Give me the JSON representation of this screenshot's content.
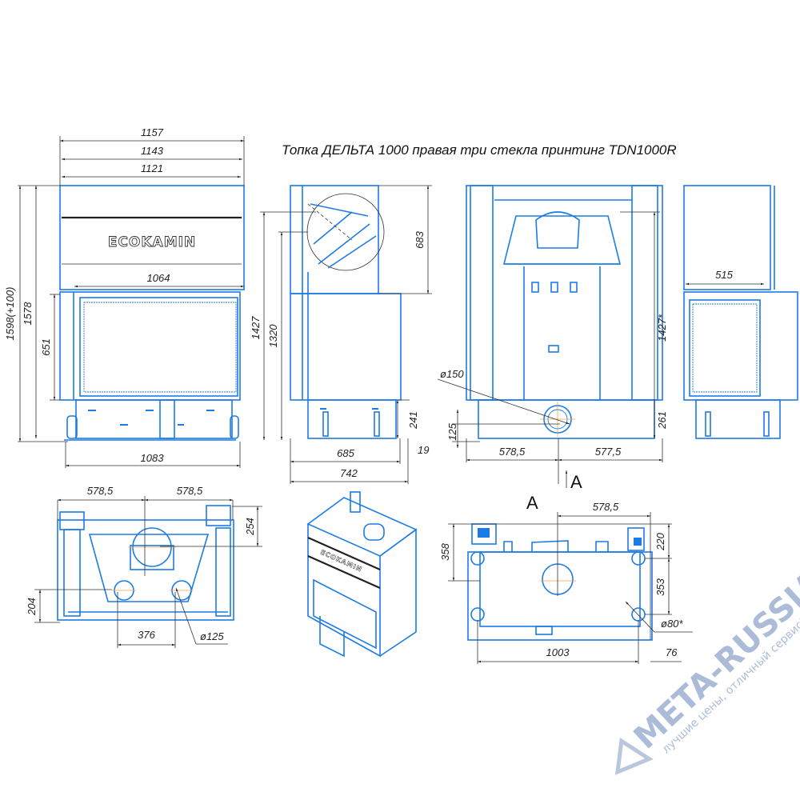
{
  "title": "Топка ДЕЛЬТА 1000 правая три стекла принтинг TDN1000R",
  "brand_logo": "ECOKAMIN",
  "front_view": {
    "width_1": "1157",
    "width_2": "1143",
    "width_3": "1121",
    "glass_width": "1064",
    "base_width": "1083",
    "height_total": "1598(+100)",
    "height_1": "1578",
    "glass_height": "651"
  },
  "side_view": {
    "height_1427": "1427",
    "height_1320": "1320",
    "top_683": "683",
    "base_241": "241",
    "offset_19": "19",
    "depth_685": "685",
    "depth_742": "742"
  },
  "back_view": {
    "flue_diameter": "ø150",
    "flue_height": "125",
    "left_578": "578,5",
    "right_577": "577,5",
    "height_1427s": "1427*",
    "section_mark": "A"
  },
  "right_view": {
    "width_515": "515",
    "base_261": "261"
  },
  "top_view": {
    "left_578": "578,5",
    "right_578": "578,5",
    "depth_254": "254",
    "depth_204": "204",
    "spacing_376": "376",
    "air_diameter": "ø125"
  },
  "view_a": {
    "label": "A",
    "offset_578": "578,5",
    "depth_358": "358",
    "depth_220": "220",
    "depth_353": "353",
    "foot_diameter": "ø80*",
    "width_1003": "1003",
    "offset_76": "76"
  },
  "watermark": {
    "name": "META-RUSSIA.RU",
    "slogan": "лучшие цены, отличный сервис!"
  },
  "colors": {
    "outline": "#1d7be6",
    "dimension": "#333333",
    "watermark": "#8aa0c8"
  }
}
